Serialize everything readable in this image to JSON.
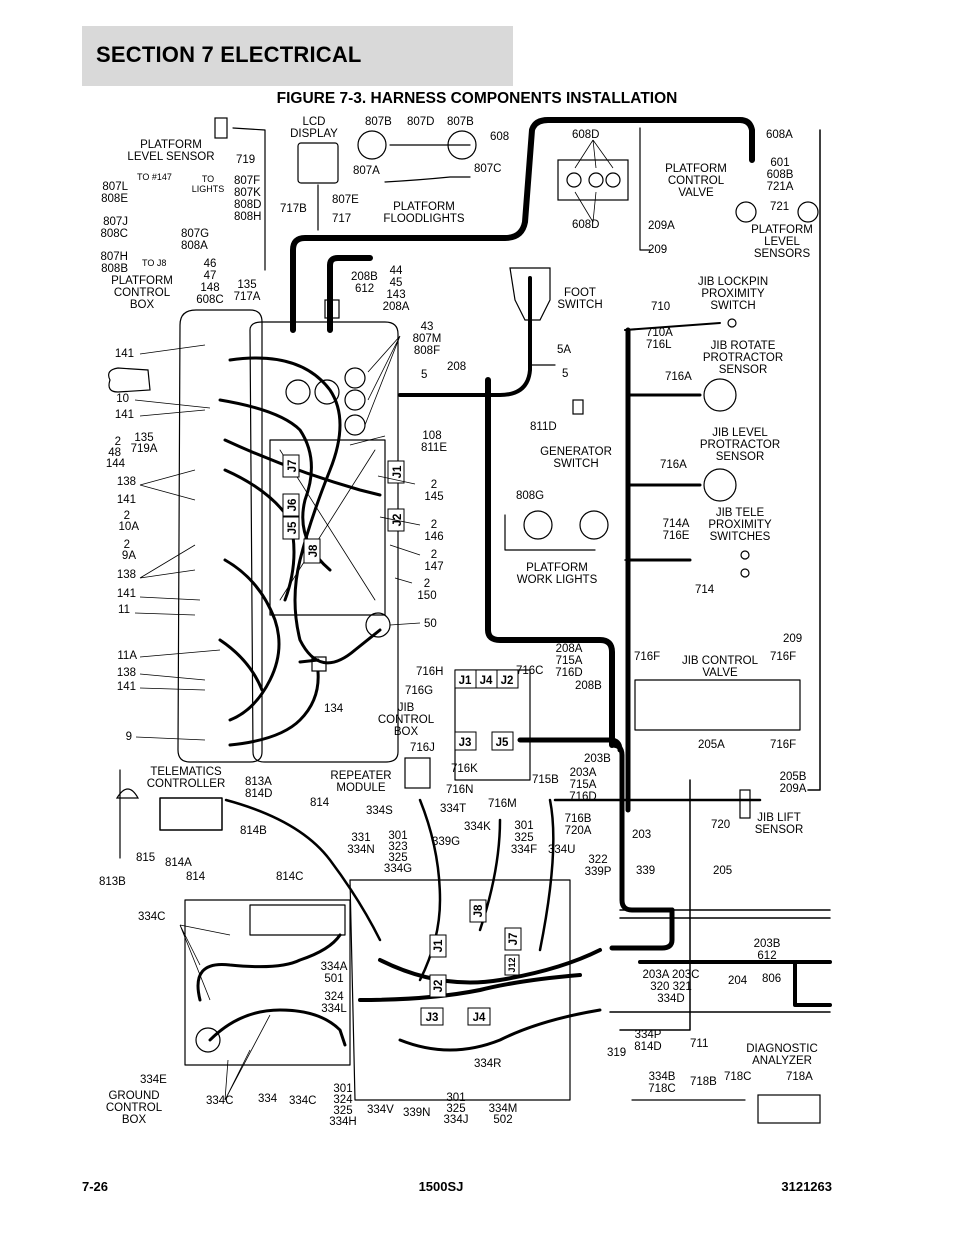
{
  "header": {
    "section": "SECTION 7   ELECTRICAL",
    "figure_title": "FIGURE 7-3. HARNESS COMPONENTS INSTALLATION"
  },
  "footer": {
    "page": "7-26",
    "model": "1500SJ",
    "doc_number": "3121263"
  },
  "labels": {
    "platform_level_sensor": [
      "PLATFORM",
      "LEVEL SENSOR"
    ],
    "lcd_display": [
      "LCD",
      "DISPLAY"
    ],
    "n719": "719",
    "n717b": "717B",
    "n717": "717",
    "n807b_1": "807B",
    "n807d": "807D",
    "n807b_2": "807B",
    "n807a": "807A",
    "n807c": "807C",
    "n807e": "807E",
    "platform_floodlights": [
      "PLATFORM",
      "FLOODLIGHTS"
    ],
    "n608": "608",
    "n608d_top": "608D",
    "n608d_bot": "608D",
    "n608a": "608A",
    "platform_control_valve": [
      "PLATFORM",
      "CONTROL",
      "VALVE"
    ],
    "n601_group": [
      "601",
      "608B",
      "721A"
    ],
    "n721": "721",
    "platform_level_sensors": [
      "PLATFORM",
      "LEVEL",
      "SENSORS"
    ],
    "n209a_top": "209A",
    "n209_top": "209",
    "to147": "TO #147",
    "to_lights": [
      "TO",
      "LIGHTS"
    ],
    "to_j8": "TO J8",
    "left_807": [
      "807L",
      "808E",
      "807J",
      "808C",
      "807H",
      "808B"
    ],
    "n807f_group": [
      "807F",
      "807K",
      "808D",
      "808H"
    ],
    "n807g_group": [
      "807G",
      "808A"
    ],
    "platform_control_box": [
      "PLATFORM",
      "CONTROL",
      "BOX"
    ],
    "n46_group": [
      "46",
      "47",
      "148",
      "608C"
    ],
    "n135_top": [
      "135",
      "717A"
    ],
    "n208b": [
      "208B",
      "612"
    ],
    "n44_group": [
      "44",
      "45",
      "143",
      "208A"
    ],
    "n43_group": [
      "43",
      "807M",
      "808F"
    ],
    "foot_switch": [
      "FOOT",
      "SWITCH"
    ],
    "n5a": "5A",
    "n5_a": "5",
    "n5_b": "5",
    "n208": "208",
    "n811d": "811D",
    "n710": "710",
    "jib_lockpin": [
      "JIB LOCKPIN",
      "PROXIMITY",
      "SWITCH"
    ],
    "n710a": [
      "710A",
      "716L"
    ],
    "jib_rotate": [
      "JIB ROTATE",
      "PROTRACTOR",
      "SENSOR"
    ],
    "n716a_1": "716A",
    "jib_level": [
      "JIB LEVEL",
      "PROTRACTOR",
      "SENSOR"
    ],
    "n716a_2": "716A",
    "jib_tele": [
      "JIB TELE",
      "PROXIMITY",
      "SWITCHES"
    ],
    "n714a": [
      "714A",
      "716E"
    ],
    "n714": "714",
    "generator_switch": [
      "GENERATOR",
      "SWITCH"
    ],
    "n808g": "808G",
    "platform_work_lights": [
      "PLATFORM",
      "WORK LIGHTS"
    ],
    "left_col": [
      "141",
      "10",
      "141",
      "2",
      "48",
      "144",
      "135",
      "719A",
      "138",
      "141",
      "2",
      "10A",
      "2",
      "9A",
      "138",
      "141",
      "11",
      "11A",
      "138",
      "141",
      "9"
    ],
    "n108": [
      "108",
      "811E"
    ],
    "n2_145": [
      "2",
      "145"
    ],
    "n2_146": [
      "2",
      "146"
    ],
    "n2_147": [
      "2",
      "147"
    ],
    "n2_150": [
      "2",
      "150"
    ],
    "n50": "50",
    "j_labels": [
      "J7",
      "J6",
      "J5",
      "J8",
      "J1",
      "J2"
    ],
    "n134": "134",
    "n209_right": "209",
    "jib_control_valve": [
      "JIB CONTROL",
      "VALVE"
    ],
    "n716f": [
      "716F",
      "716F",
      "716F"
    ],
    "n205a": "205A",
    "n205b": [
      "205B",
      "209A"
    ],
    "jib_lift_sensor": [
      "JIB LIFT",
      "SENSOR"
    ],
    "n720": "720",
    "n203_r": "203",
    "n205": "205",
    "n339": "339",
    "jib_control_box": [
      "JIB",
      "CONTROL",
      "BOX"
    ],
    "jcb_j": [
      "J1",
      "J4",
      "J2",
      "J3",
      "J5"
    ],
    "n716h": "716H",
    "n716g": "716G",
    "n716c": "716C",
    "n208a_g": [
      "208A",
      "715A",
      "716D"
    ],
    "n208b_r": "208B",
    "n716j": "716J",
    "n716k": "716K",
    "n716n": "716N",
    "n716m": "716M",
    "n715b": "715B",
    "n203a_g": [
      "203A",
      "715A",
      "716D"
    ],
    "n203b": "203B",
    "n716b": [
      "716B",
      "720A"
    ],
    "telematics": [
      "TELEMATICS",
      "CONTROLLER"
    ],
    "n813a": [
      "813A",
      "814D"
    ],
    "n814": "814",
    "n814b": "814B",
    "n815": "815",
    "n814a": "814A",
    "n814_b": "814",
    "n814c": "814C",
    "n813b": "813B",
    "repeater": [
      "REPEATER",
      "MODULE"
    ],
    "n334s": "334S",
    "n334t": "334T",
    "n331": [
      "331",
      "334N"
    ],
    "n301a": [
      "301",
      "323",
      "325",
      "334G"
    ],
    "n339g": "339G",
    "n334k": "334K",
    "n301b": [
      "301",
      "325",
      "334F"
    ],
    "n334u": "334U",
    "n322": [
      "322",
      "339P"
    ],
    "n334c_tl": "334C",
    "n334a": [
      "334A",
      "501"
    ],
    "n324": [
      "324",
      "334L"
    ],
    "ground_j": [
      "J1",
      "J2",
      "J3",
      "J4",
      "J7",
      "J8",
      "J12"
    ],
    "n203b_612": [
      "203B",
      "612"
    ],
    "n204": "204",
    "n806": "806",
    "n203a_c": [
      "203A 203C",
      "320 321",
      "334D"
    ],
    "n334p": [
      "334P",
      "814D"
    ],
    "n319": "319",
    "n711": "711",
    "n334r": "334R",
    "diagnostic": [
      "DIAGNOSTIC",
      "ANALYZER"
    ],
    "n334b": [
      "334B",
      "718C"
    ],
    "n718b": "718B",
    "n718c": "718C",
    "n718a": "718A",
    "n334e": "334E",
    "ground_control_box": [
      "GROUND",
      "CONTROL",
      "BOX"
    ],
    "bottom_334c": [
      "334C",
      "334",
      "334C"
    ],
    "n301c": [
      "301",
      "324",
      "325",
      "334H"
    ],
    "n334v": "334V",
    "n339n": "339N",
    "n301d": [
      "301",
      "325",
      "334J"
    ],
    "n334m": [
      "334M",
      "502"
    ]
  },
  "colors": {
    "line": "#000000",
    "bar": "#d9d9d9"
  }
}
